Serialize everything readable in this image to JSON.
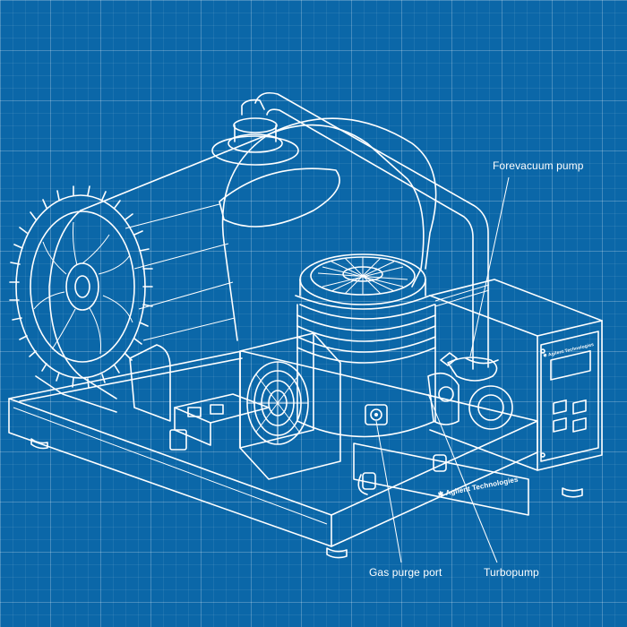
{
  "labels": {
    "forevacuum": "Forevacuum pump",
    "gas_purge": "Gas purge port",
    "turbo": "Turbopump"
  },
  "branding": {
    "front_panel_logo": "Agilent Technologies",
    "controller_logo": "Agilent Technologies"
  },
  "colors": {
    "background": "#0b67a8",
    "line": "#ffffff"
  }
}
